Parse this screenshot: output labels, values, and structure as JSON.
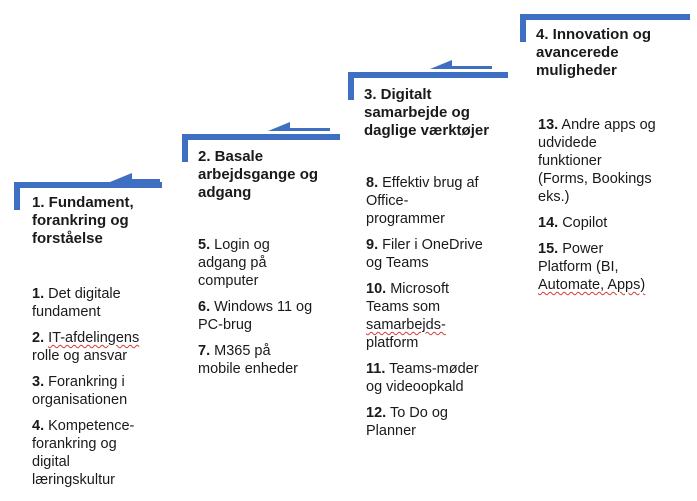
{
  "colors": {
    "accent": "#3f6fc2",
    "text": "#1a1a1a",
    "spellcheck": "#d23b3b"
  },
  "steps": [
    {
      "title_lines": [
        "1. Fundament,",
        "forankring og",
        "forståelse"
      ],
      "items": [
        {
          "num": "1.",
          "lines": [
            "Det digitale",
            "fundament"
          ]
        },
        {
          "num": "2.",
          "lines": [
            "IT-afdelingens",
            "rolle og ansvar"
          ]
        },
        {
          "num": "3.",
          "lines": [
            "Forankring i",
            "organisationen"
          ]
        },
        {
          "num": "4.",
          "lines": [
            "Kompetence-",
            "forankring og",
            "digital",
            "læringskultur"
          ]
        }
      ]
    },
    {
      "title_lines": [
        "2. Basale",
        "arbejdsgange og",
        "adgang"
      ],
      "items": [
        {
          "num": "5.",
          "lines": [
            "Login og",
            "adgang på",
            "computer"
          ]
        },
        {
          "num": "6.",
          "lines": [
            "Windows 11 og",
            "PC-brug"
          ]
        },
        {
          "num": "7.",
          "lines": [
            "M365 på",
            "mobile enheder"
          ]
        }
      ]
    },
    {
      "title_lines": [
        "3. Digitalt",
        "samarbejde og",
        "daglige værktøjer"
      ],
      "items": [
        {
          "num": "8.",
          "lines": [
            "Effektiv brug af",
            "Office-",
            "programmer"
          ]
        },
        {
          "num": "9.",
          "lines": [
            "Filer i OneDrive",
            "og Teams"
          ]
        },
        {
          "num": "10.",
          "lines": [
            "Microsoft",
            "Teams som",
            "samarbejds-",
            "platform"
          ]
        },
        {
          "num": "11.",
          "lines": [
            "Teams-møder",
            "og videoopkald"
          ]
        },
        {
          "num": "12.",
          "lines": [
            "To Do og",
            "Planner"
          ]
        }
      ]
    },
    {
      "title_lines": [
        "4. Innovation og",
        "avancerede",
        "muligheder"
      ],
      "items": [
        {
          "num": "13.",
          "lines": [
            "Andre apps og",
            "udvidede",
            "funktioner",
            "(Forms, Bookings",
            "eks.)"
          ]
        },
        {
          "num": "14.",
          "lines": [
            "Copilot"
          ]
        },
        {
          "num": "15.",
          "lines": [
            "Power",
            "Platform (BI,",
            "Automate, Apps)"
          ]
        }
      ]
    }
  ]
}
